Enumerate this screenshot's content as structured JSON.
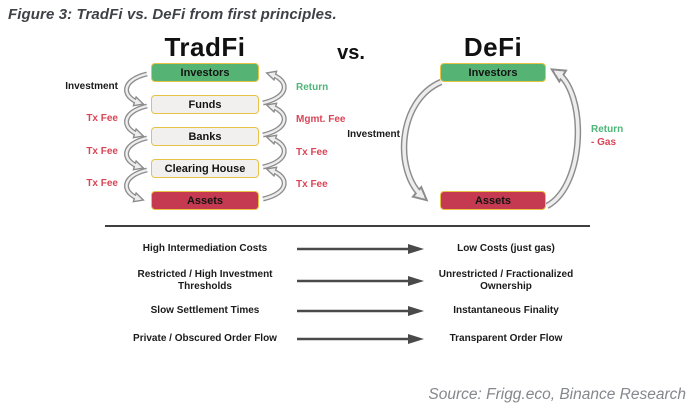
{
  "figure": {
    "title": "Figure 3: TradFi vs. DeFi from first principles.",
    "vs_label": "vs.",
    "source": "Source: Frigg.eco, Binance Research"
  },
  "tradfi": {
    "header": "TradFi",
    "boxes": [
      "Investors",
      "Funds",
      "Banks",
      "Clearing House",
      "Assets"
    ],
    "left_flow_labels": [
      "Investment",
      "Tx Fee",
      "Tx Fee",
      "Tx Fee"
    ],
    "right_flow_labels": [
      "Return",
      "Mgmt. Fee",
      "Tx Fee",
      "Tx Fee"
    ]
  },
  "defi": {
    "header": "DeFi",
    "boxes": [
      "Investors",
      "Assets"
    ],
    "down_flow_label": "Investment",
    "up_flow_label_line1": "Return",
    "up_flow_label_line2": "- Gas"
  },
  "comparison": {
    "rows": [
      {
        "tradfi": "High Intermediation Costs",
        "defi": "Low Costs (just gas)"
      },
      {
        "tradfi": "Restricted / High Investment Thresholds",
        "defi": "Unrestricted / Fractionalized Ownership"
      },
      {
        "tradfi": "Slow Settlement Times",
        "defi": "Instantaneous Finality"
      },
      {
        "tradfi": "Private / Obscured Order Flow",
        "defi": "Transparent Order Flow"
      }
    ]
  },
  "colors": {
    "green_box": "#55b474",
    "red_box": "#c53a50",
    "neutral_box": "#f1f0ee",
    "box_border": "#e7c246",
    "green_label": "#4fb679",
    "red_label": "#d94556",
    "flow_arrow_gray": "#8c8c8c",
    "comparison_arrow": "#4a4a4a",
    "title_color": "#3e4247",
    "source_color": "#84878c"
  }
}
